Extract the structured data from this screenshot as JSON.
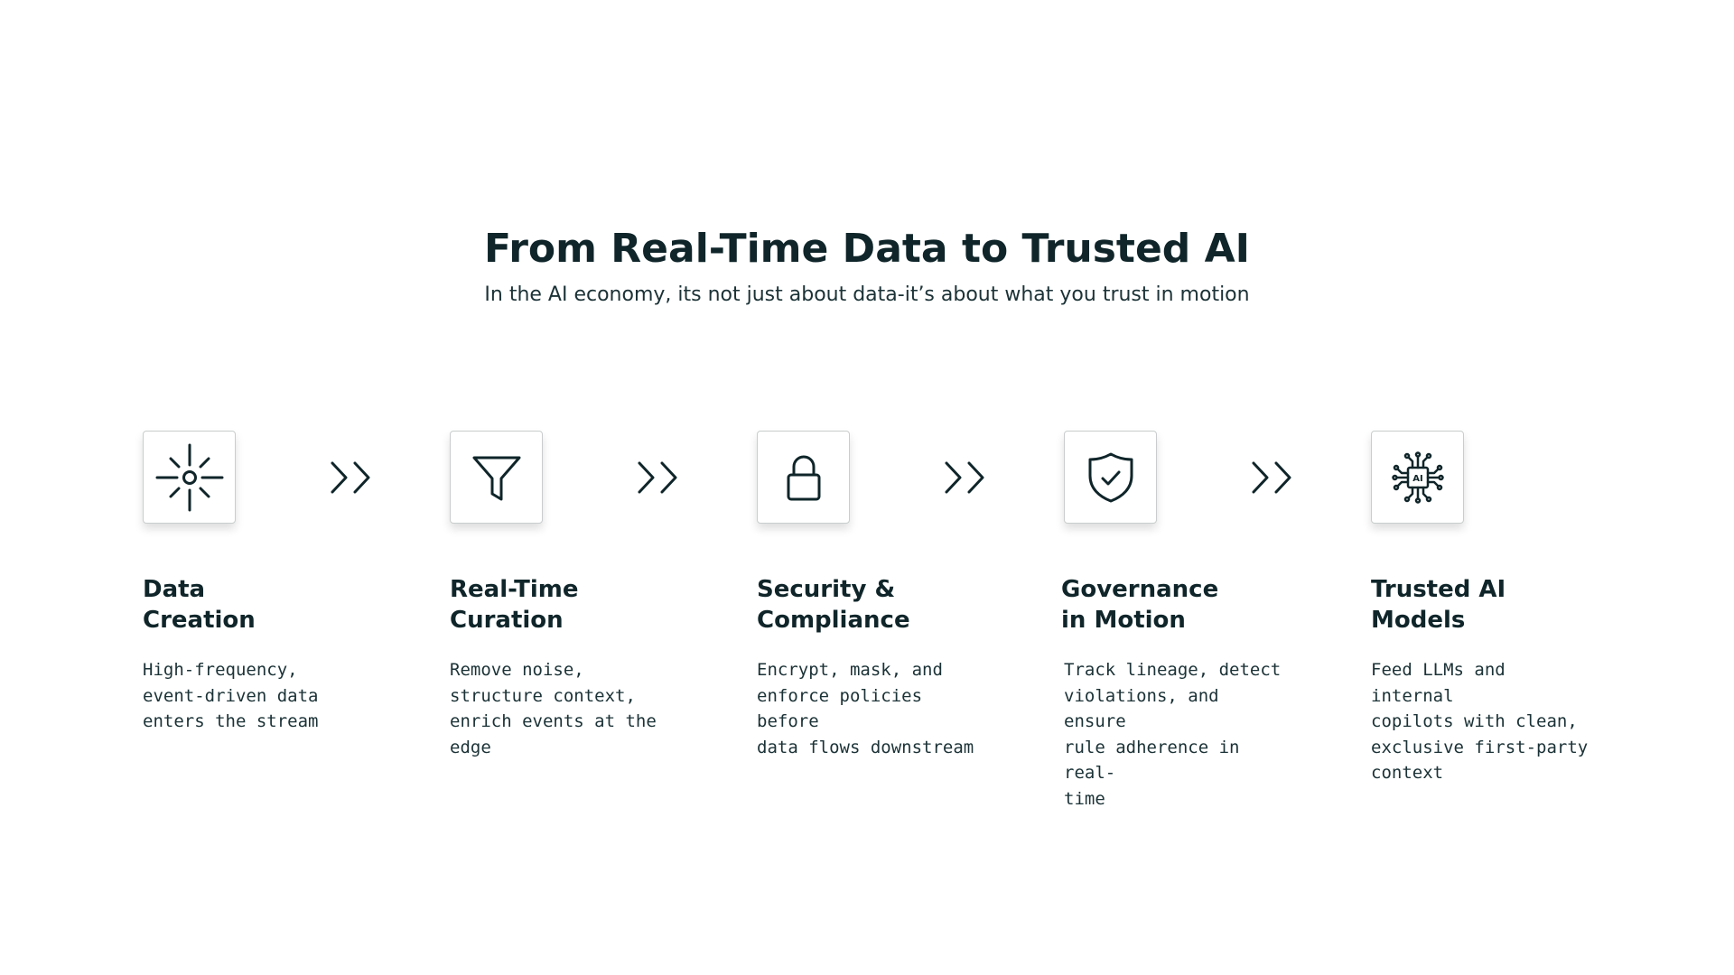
{
  "title": "From Real-Time Data to Trusted AI",
  "subtitle": "In the AI economy, its not just about data-it’s about what you trust in motion",
  "accent_color": "#0f2529",
  "steps": [
    {
      "icon": "burst-icon",
      "title_lines": [
        "Data",
        "Creation"
      ],
      "desc_lines": [
        "High-frequency,",
        "event-driven data",
        "enters the stream"
      ]
    },
    {
      "icon": "funnel-icon",
      "title_lines": [
        "Real-Time",
        "Curation"
      ],
      "desc_lines": [
        "Remove noise,",
        "structure context,",
        "enrich events at the",
        "edge"
      ]
    },
    {
      "icon": "lock-icon",
      "title_lines": [
        "Security &",
        "Compliance"
      ],
      "desc_lines": [
        "Encrypt, mask, and",
        "enforce policies before",
        "data flows downstream"
      ]
    },
    {
      "icon": "shield-check-icon",
      "title_lines": [
        "Governance",
        "in Motion"
      ],
      "desc_lines": [
        "Track lineage, detect",
        "violations, and ensure",
        "rule adherence in real-",
        "time"
      ]
    },
    {
      "icon": "ai-chip-icon",
      "icon_label": "AI",
      "title_lines": [
        "Trusted AI",
        "Models"
      ],
      "desc_lines": [
        "Feed LLMs and internal",
        "copilots with clean,",
        "exclusive first-party",
        "context"
      ]
    }
  ]
}
